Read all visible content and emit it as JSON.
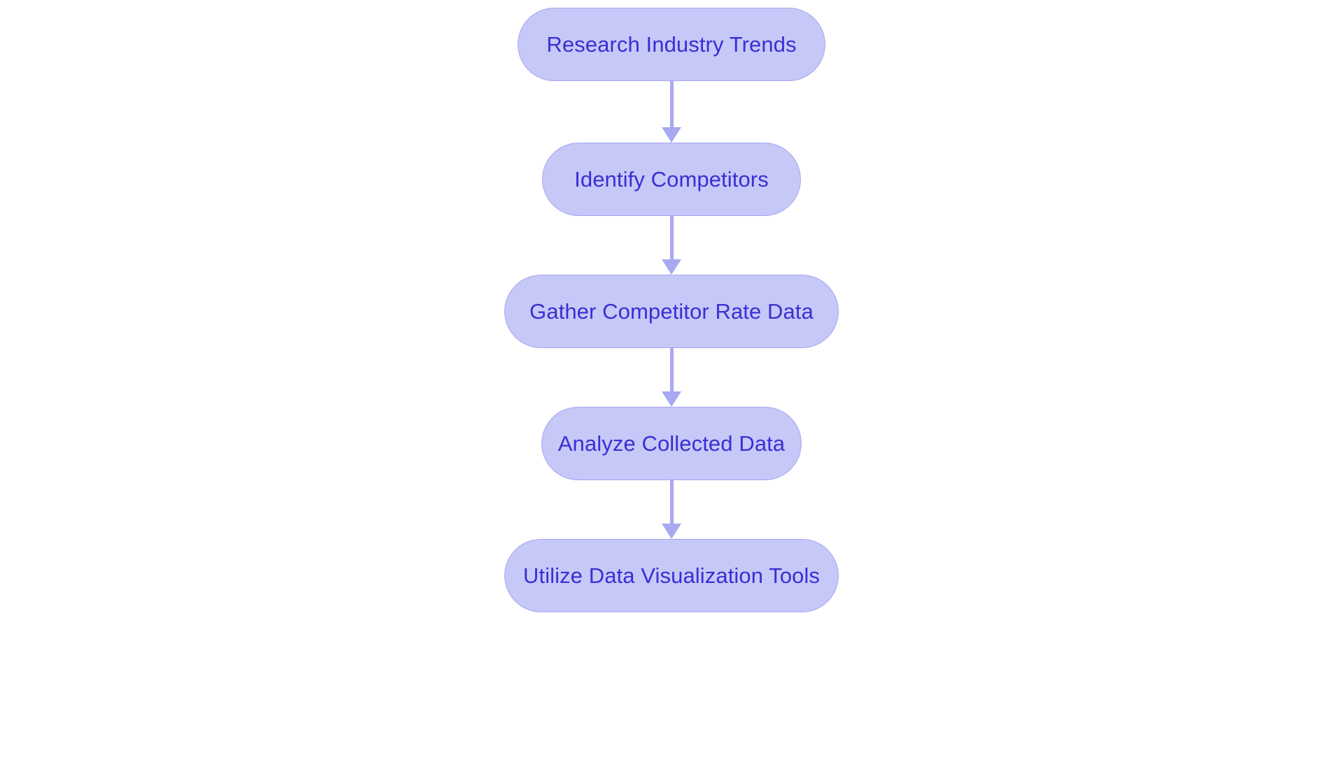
{
  "diagram": {
    "type": "flowchart",
    "orientation": "top-to-bottom",
    "background_color": "#ffffff",
    "node_fill_color": "#c6c8f8",
    "node_border_color": "#a5a8ee",
    "node_text_color": "#3730d4",
    "arrow_color": "#a7aaf0",
    "node_shape": "stadium",
    "nodes": [
      {
        "id": "n1",
        "label": "Research Industry Trends"
      },
      {
        "id": "n2",
        "label": "Identify Competitors"
      },
      {
        "id": "n3",
        "label": "Gather Competitor Rate Data"
      },
      {
        "id": "n4",
        "label": "Analyze Collected Data"
      },
      {
        "id": "n5",
        "label": "Utilize Data Visualization Tools"
      }
    ],
    "edges": [
      {
        "from": "n1",
        "to": "n2",
        "label": "",
        "style": "arrow-down"
      },
      {
        "from": "n2",
        "to": "n3",
        "label": "",
        "style": "arrow-down"
      },
      {
        "from": "n3",
        "to": "n4",
        "label": "",
        "style": "arrow-down"
      },
      {
        "from": "n4",
        "to": "n5",
        "label": "",
        "style": "arrow-down"
      }
    ]
  }
}
